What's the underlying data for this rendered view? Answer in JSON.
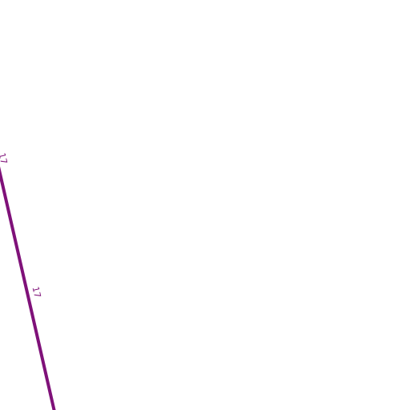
{
  "map": {
    "background_color": "#ffffff",
    "road": {
      "color": "#7f1179",
      "ref": "17",
      "labels": [
        {
          "text": "17"
        },
        {
          "text": "17"
        }
      ]
    }
  }
}
